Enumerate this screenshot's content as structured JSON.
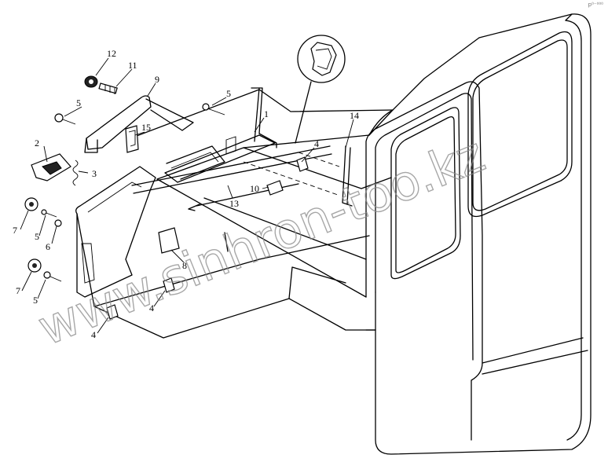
{
  "corner_mark": "𝗉⁰⁻⁰⁰⁰",
  "watermark": "www.sinhron-too.kz",
  "callouts": [
    {
      "id": "c12a",
      "text": "12"
    },
    {
      "id": "c11",
      "text": "11"
    },
    {
      "id": "c9",
      "text": "9"
    },
    {
      "id": "c5a",
      "text": "5"
    },
    {
      "id": "c5b",
      "text": "5"
    },
    {
      "id": "c1",
      "text": "1"
    },
    {
      "id": "c14",
      "text": "14"
    },
    {
      "id": "c15",
      "text": "15"
    },
    {
      "id": "c2",
      "text": "2"
    },
    {
      "id": "c3",
      "text": "3"
    },
    {
      "id": "c4a",
      "text": "4"
    },
    {
      "id": "c10",
      "text": "10"
    },
    {
      "id": "c13",
      "text": "13"
    },
    {
      "id": "c7a",
      "text": "7"
    },
    {
      "id": "c5c",
      "text": "5"
    },
    {
      "id": "c6",
      "text": "6"
    },
    {
      "id": "c8",
      "text": "8"
    },
    {
      "id": "c7b",
      "text": "7"
    },
    {
      "id": "c5d",
      "text": "5"
    },
    {
      "id": "c4b",
      "text": "4"
    },
    {
      "id": "c4c",
      "text": "4"
    }
  ]
}
